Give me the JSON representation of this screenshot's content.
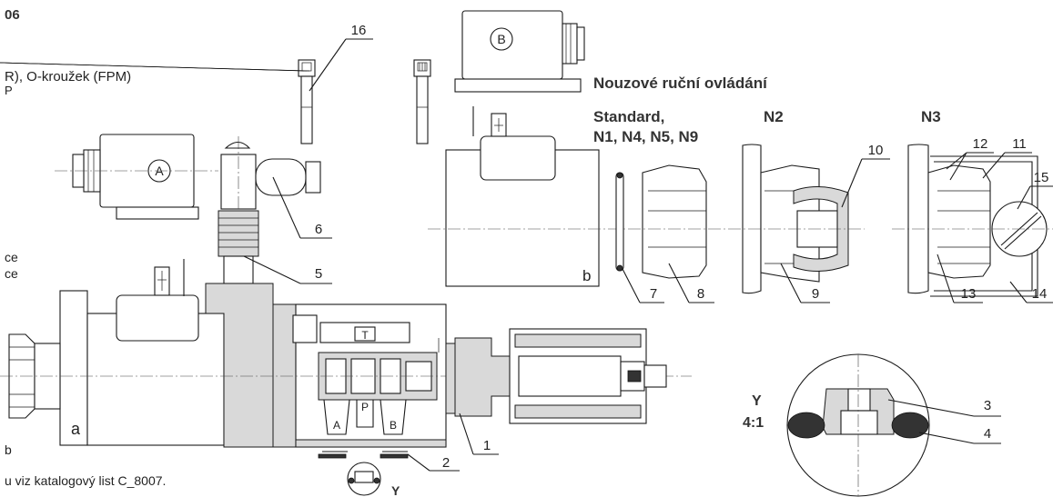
{
  "left_notes": {
    "header_fragment": "06",
    "seal_line": "R), O-kroužek (FPM)",
    "seal_line_tail": "P",
    "note_a": "ce",
    "note_b": "ce",
    "note_c": "b",
    "footer_note": "u viz katalogový list C_8007."
  },
  "headings": {
    "emergency": "Nouzové ruční ovládání",
    "standard": "Standard,",
    "standard_variants": "N1, N4, N5, N9",
    "n2": "N2",
    "n3": "N3"
  },
  "coil_labels": {
    "coil_a": "A",
    "coil_b": "B",
    "side_a": "a",
    "side_b": "b"
  },
  "port_labels": {
    "t": "T",
    "p": "P",
    "a": "A",
    "b": "B"
  },
  "detail": {
    "name": "Y",
    "scale": "4:1",
    "section_mark": "Y"
  },
  "callouts": [
    "1",
    "2",
    "3",
    "4",
    "5",
    "6",
    "7",
    "8",
    "9",
    "10",
    "11",
    "12",
    "13",
    "14",
    "15",
    "16"
  ]
}
